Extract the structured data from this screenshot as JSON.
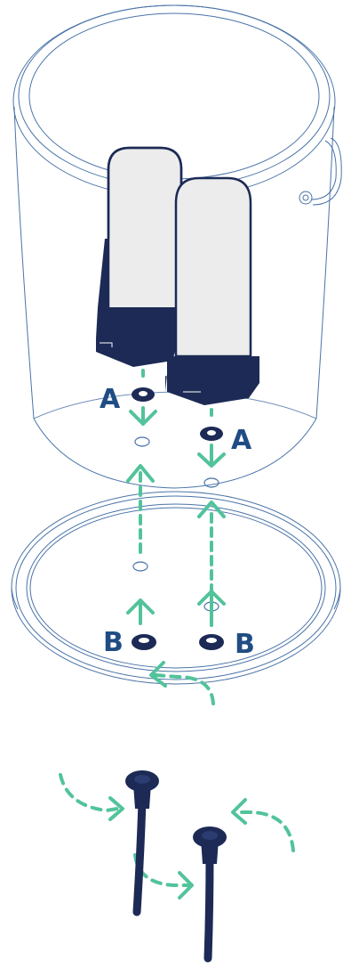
{
  "labels": {
    "a_left": "A",
    "a_right": "A",
    "b_left": "B",
    "b_right": "B"
  },
  "colors": {
    "outline": "#4a74a8",
    "navy": "#1c2a55",
    "filter_fill": "#ececec",
    "label": "#1f4d83",
    "arrow": "#52c39a"
  }
}
